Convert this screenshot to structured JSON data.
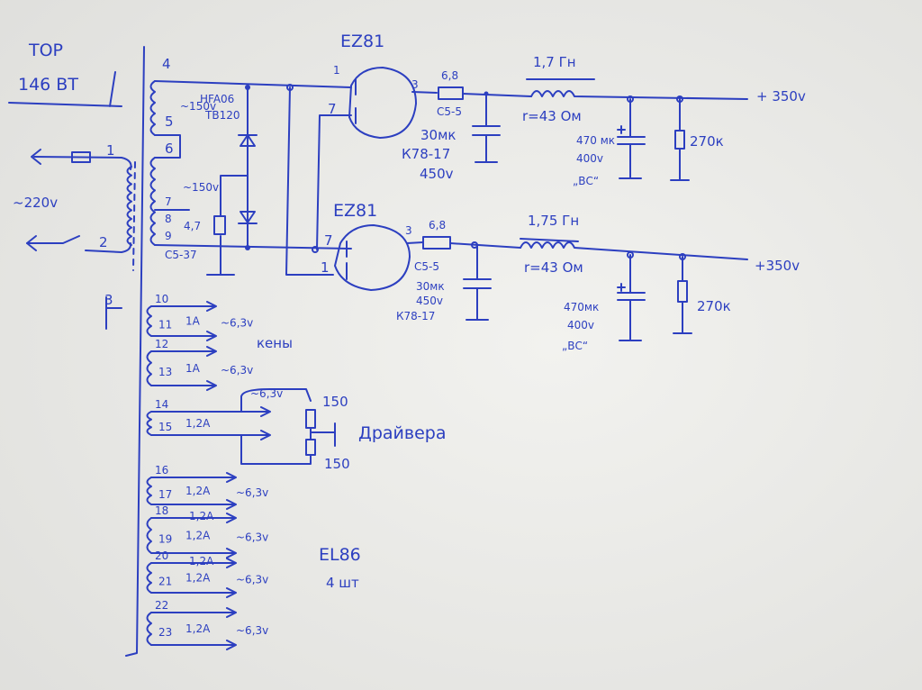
{
  "title": {
    "line1": "ТОР",
    "line2": "146 ВТ"
  },
  "primary": {
    "pin1": "1",
    "pin2": "2",
    "pin3": "3",
    "voltage": "~220v"
  },
  "hv_winding": {
    "pins": [
      "4",
      "5",
      "6",
      "7",
      "8",
      "9"
    ],
    "voltage_a": "~150v",
    "voltage_b": "~150v",
    "diode": "HFA06",
    "diode2": "TB120",
    "resistor_value": "4,7",
    "resistor_type": "С5-37"
  },
  "tube_top": {
    "name": "EZ81",
    "pin_a": "1",
    "pin_k": "7",
    "pin_out": "3"
  },
  "tube_bottom": {
    "name": "EZ81",
    "pin_a": "7",
    "pin_k": "1",
    "pin_out": "3"
  },
  "rail_top": {
    "res_value": "6,8",
    "res_type": "С5-5",
    "cap1": "30мк",
    "cap1_type": "К78-17",
    "cap1_v": "450v",
    "choke": "1,7 Гн",
    "choke_r": "r=43 Ом",
    "cap2": "470 мк",
    "cap2_v": "400v",
    "cap2_type": "„ВС“",
    "bleeder": "270к",
    "output": "+ 350v"
  },
  "rail_bottom": {
    "res_value": "6,8",
    "res_type": "С5-5",
    "cap1": "30мк",
    "cap1_v": "450v",
    "cap1_type": "К78-17",
    "choke": "1,75 Гн",
    "choke_r": "r=43 Ом",
    "cap2": "470мк",
    "cap2_v": "400v",
    "cap2_type": "„ВС“",
    "bleeder": "270к",
    "output": "+350v"
  },
  "filaments": [
    {
      "pin_a": "10",
      "pin_b": "11",
      "current": "1А",
      "voltage": "~6,3v"
    },
    {
      "pin_a": "12",
      "pin_b": "13",
      "current": "1А",
      "voltage": "~6,3v"
    },
    {
      "pin_a": "14",
      "pin_b": "15",
      "current": "1,2А",
      "voltage": "~6,3v"
    },
    {
      "pin_a": "16",
      "pin_b": "17",
      "current": "1,2А",
      "voltage": "~6,3v"
    },
    {
      "pin_a": "18",
      "pin_b": "19",
      "current": "1,2А",
      "current_top": "1,2А",
      "voltage": "~6,3v"
    },
    {
      "pin_a": "20",
      "pin_b": "21",
      "current": "1,2А",
      "current_top": "1,2А",
      "voltage": "~6,3v"
    },
    {
      "pin_a": "22",
      "pin_b": "23",
      "current": "1,2А",
      "voltage": "~6,3v"
    }
  ],
  "kenotron_label": "кены",
  "driver": {
    "label": "Драйвера",
    "r1": "150",
    "r2": "150"
  },
  "output_tubes": {
    "name": "EL86",
    "count": "4 шт"
  }
}
